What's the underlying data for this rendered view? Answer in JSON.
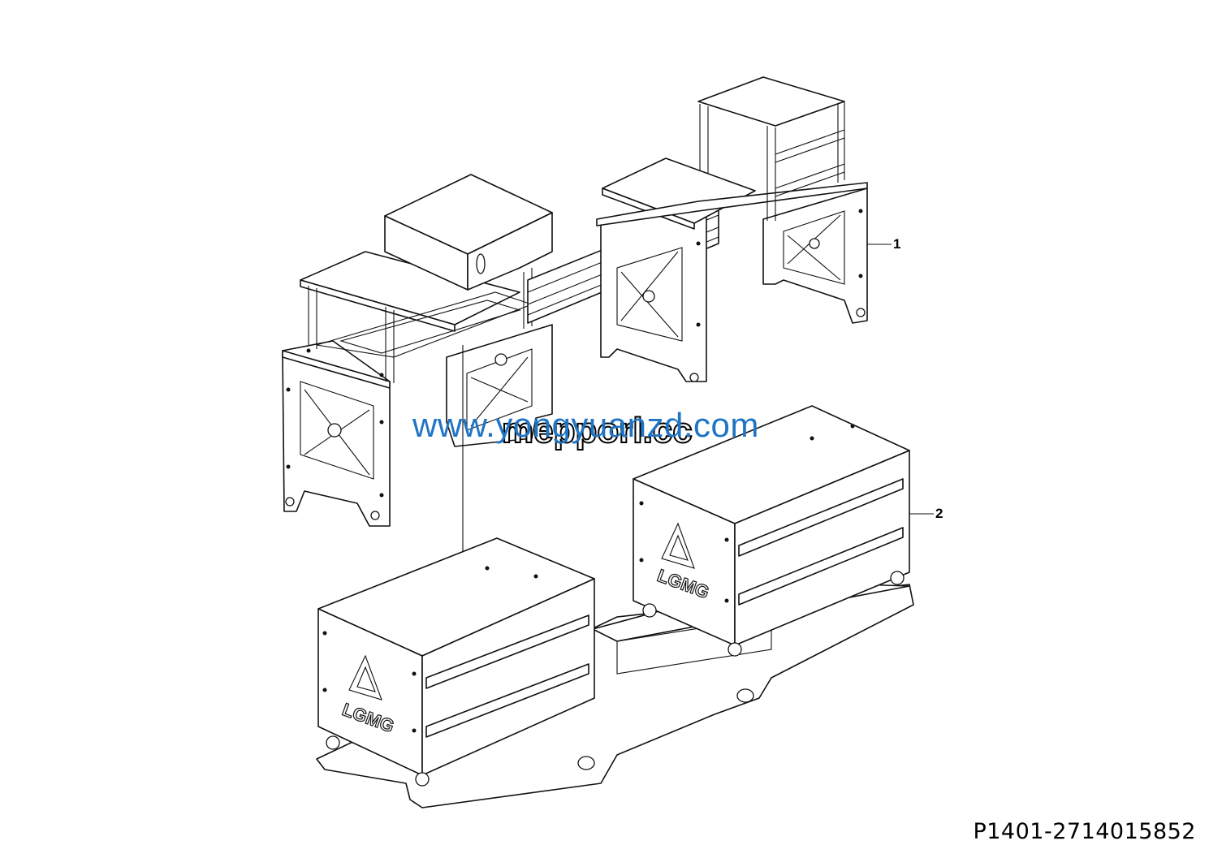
{
  "diagram": {
    "type": "exploded-view parts diagram",
    "subject": "battery pack frame assembly with two LGMG battery modules on chassis",
    "callouts": [
      {
        "id": "1",
        "label": "1",
        "target": "upper frame / support stand assembly"
      },
      {
        "id": "2",
        "label": "2",
        "target": "battery module box"
      }
    ],
    "module_logo_text": "LGMG",
    "part_number": "P1401-2714015852",
    "watermarks": {
      "primary": "www.yongyuanzd.com",
      "secondary": "mepporl.cc"
    },
    "colors": {
      "line": "#111111",
      "background": "#ffffff",
      "watermark_blue": "#1f74c4"
    }
  }
}
